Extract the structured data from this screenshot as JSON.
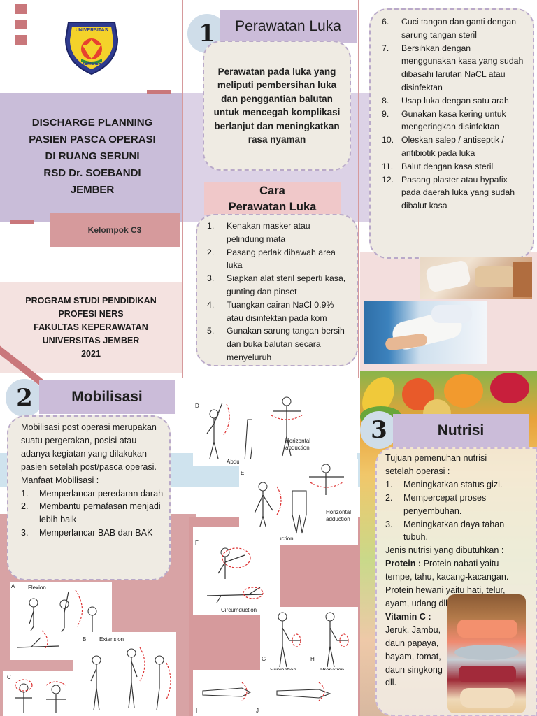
{
  "header": {
    "title_lines": [
      "DISCHARGE PLANNING",
      "PASIEN PASCA OPERASI",
      "DI RUANG SERUNI",
      "RSD Dr. SOEBANDI",
      "JEMBER"
    ],
    "group": "Kelompok C3",
    "logo_top": "UNIVERSITAS",
    "logo_bottom": "JEMBER"
  },
  "program": {
    "lines": [
      "PROGRAM STUDI PENDIDIKAN",
      "PROFESI NERS",
      "FAKULTAS KEPERAWATAN",
      "UNIVERSITAS JEMBER",
      "2021"
    ]
  },
  "section1": {
    "number": "1",
    "title": "Perawatan Luka",
    "description": "Perawatan pada luka yang meliputi pembersihan luka dan penggantian balutan untuk mencegah komplikasi berlanjut dan meningkatkan rasa nyaman",
    "steps_title_line1": "Cara",
    "steps_title_line2": "Perawatan Luka",
    "steps": [
      {
        "n": "1.",
        "text": "Kenakan masker atau pelindung mata"
      },
      {
        "n": "2.",
        "text": "Pasang perlak dibawah area luka"
      },
      {
        "n": "3.",
        "text": "Siapkan alat steril seperti kasa, gunting dan pinset"
      },
      {
        "n": "4.",
        "text": "Tuangkan cairan NaCl 0.9% atau disinfektan  pada kom"
      },
      {
        "n": "5.",
        "text": "Gunakan sarung tangan bersih dan buka balutan secara menyeluruh"
      }
    ],
    "steps_continued": [
      {
        "n": "6.",
        "text": "Cuci tangan dan ganti dengan sarung tangan steril"
      },
      {
        "n": "7.",
        "text": "Bersihkan  dengan menggunakan kasa yang sudah dibasahi larutan NaCL atau disinfektan"
      },
      {
        "n": "8.",
        "text": "Usap luka dengan satu arah"
      },
      {
        "n": "9.",
        "text": "Gunakan kasa kering untuk mengeringkan disinfektan"
      },
      {
        "n": "10.",
        "text": "Oleskan salep / antiseptik / antibiotik pada luka"
      },
      {
        "n": "11.",
        "text": "Balut dengan kasa steril"
      },
      {
        "n": "12.",
        "text": "Pasang plaster atau hypafix pada daerah luka yang sudah dibalut kasa"
      }
    ]
  },
  "section2": {
    "number": "2",
    "title": "Mobilisasi",
    "description": "Mobilisasi post operasi merupakan suatu pergerakan, posisi atau adanya kegiatan yang dilakukan pasien setelah post/pasca operasi.",
    "benefits_title": "Manfaat Mobilisasi :",
    "benefits": [
      {
        "n": "1.",
        "text": "Memperlancar peredaran darah"
      },
      {
        "n": "2.",
        "text": "Membantu pernafasan menjadi lebih baik"
      },
      {
        "n": "3.",
        "text": "Memperlancar BAB dan BAK"
      }
    ],
    "figure_labels": {
      "d": "D",
      "abduction": "Abduction",
      "horizontal_abduction_1": "Horizontal",
      "horizontal_abduction_1b": "abduction",
      "e": "E",
      "adduction": "Adduction",
      "horizontal_adduction": "Horizontal",
      "horizontal_adduction_b": "adduction",
      "f": "F",
      "circumduction": "Circumduction",
      "a": "A",
      "flexion": "Flexion",
      "b": "B",
      "extension": "Extension",
      "c": "C",
      "g": "G",
      "h": "H",
      "supination": "Supination",
      "pronation": "Pronation",
      "i": "I",
      "j": "J"
    }
  },
  "section3": {
    "number": "3",
    "title": "Nutrisi",
    "goal_intro": "Tujuan pemenuhan nutrisi setelah operasi :",
    "goals": [
      {
        "n": "1.",
        "text": "Meningkatkan status gizi."
      },
      {
        "n": "2.",
        "text": "Mempercepat proses penyembuhan."
      },
      {
        "n": "3.",
        "text": "Meningkatkan daya tahan tubuh."
      }
    ],
    "needs_intro": "Jenis nutrisi yang dibutuhkan :",
    "protein_label": "Protein :",
    "protein_text": " Protein nabati yaitu tempe, tahu, kacang-kacangan. Protein hewani yaitu hati, telur, ayam, udang dll",
    "vitc_label": "Vitamin C :",
    "vitc_text": "Jeruk, Jambu, daun papaya, bayam, tomat, daun singkong dll."
  },
  "colors": {
    "lavender": "#cbbcd9",
    "rose": "#d69a9c",
    "pale_pink": "#f4e2e0",
    "light_blue": "#cfe3ee",
    "panel": "#efebe3"
  }
}
